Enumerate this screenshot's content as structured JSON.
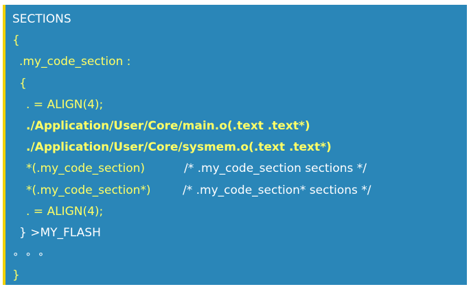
{
  "code": {
    "line1": "SECTIONS",
    "line2": "{",
    "line3": ".my_code_section :",
    "line4": "{",
    "line5": ". = ALIGN(4);",
    "line6": "./Application/User/Core/main.o(.text .text*)",
    "line7": "./Application/User/Core/sysmem.o(.text .text*)",
    "line8_code": "*(.my_code_section)",
    "line8_comment": "/* .my_code_section sections */",
    "line9_code": "*(.my_code_section*)",
    "line9_comment": "/* .my_code_section* sections */",
    "line10": ". = ALIGN(4);",
    "line11": "} >MY_FLASH",
    "line12_dots": [
      "∘",
      "∘",
      "∘"
    ],
    "line13": "}"
  }
}
